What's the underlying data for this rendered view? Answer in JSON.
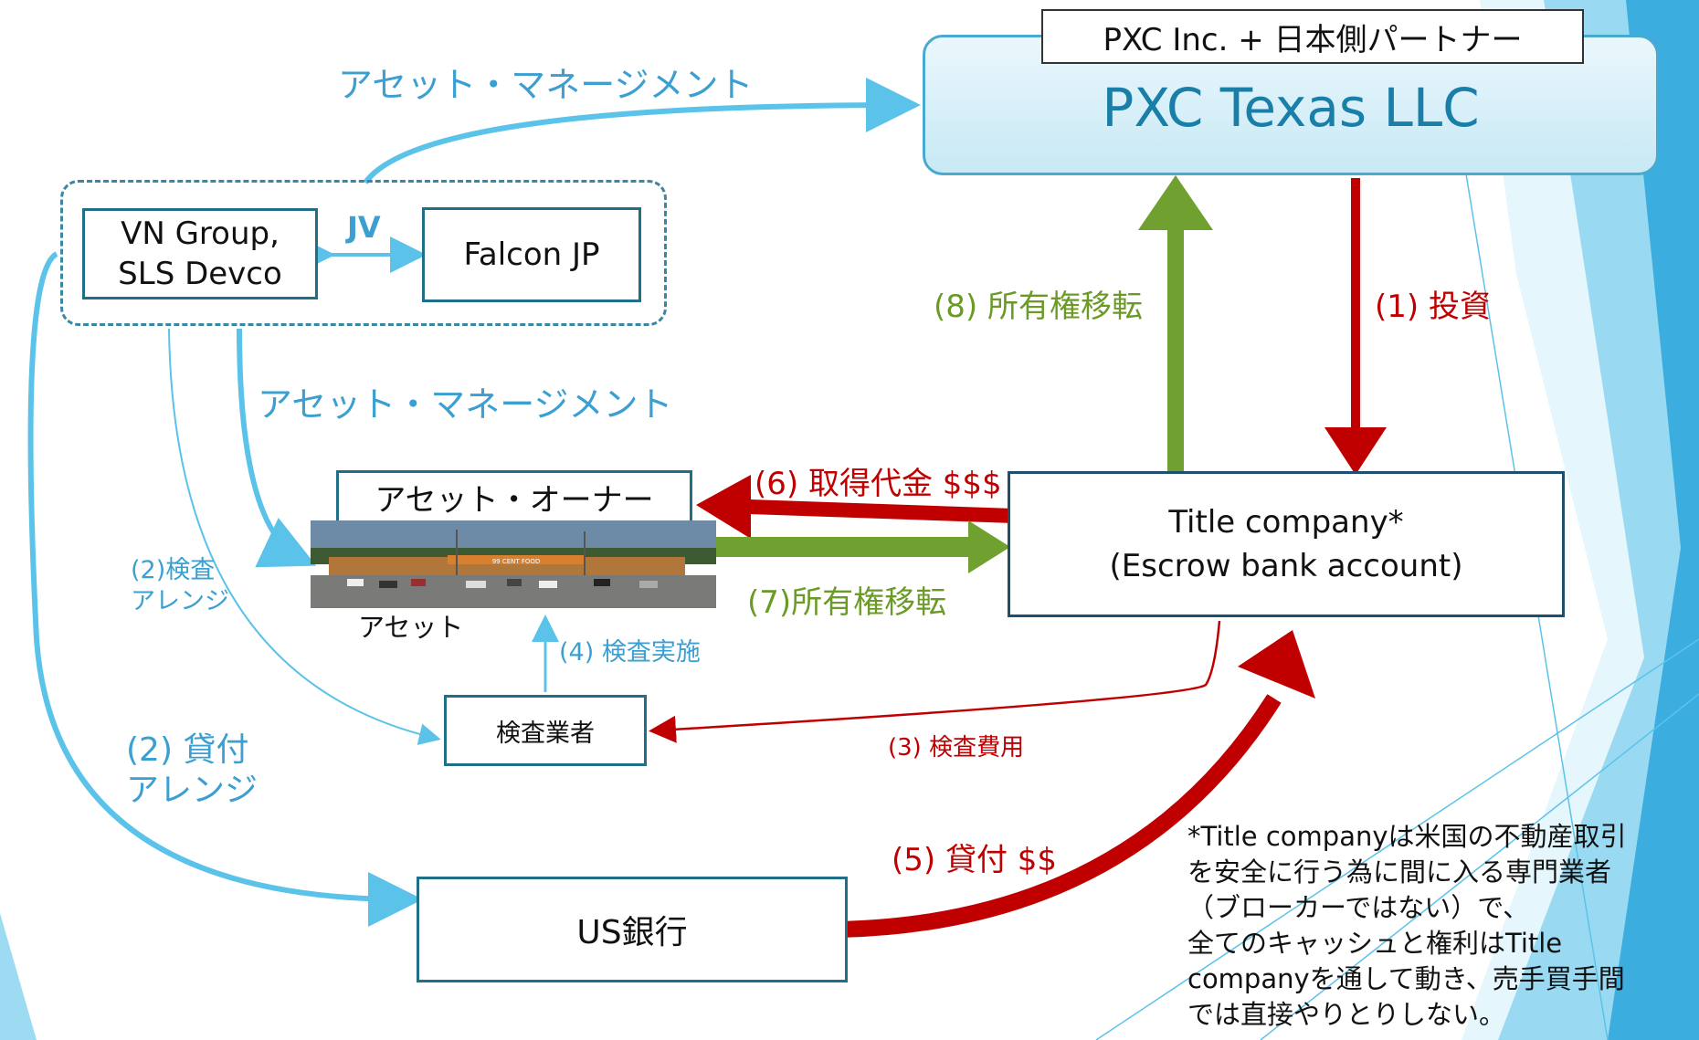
{
  "colors": {
    "light_blue": "#5bc3ea",
    "red": "#c00000",
    "green": "#70a030",
    "box_border": "#1f6f86",
    "header_fill": "#d8f0f8"
  },
  "top": {
    "partner_label": "PXC Inc. + 日本側パートナー",
    "llc_name": "PXC Texas LLC"
  },
  "jv_group": {
    "vn_group_line1": "VN Group,",
    "vn_group_line2": "SLS Devco",
    "jv_label": "JV",
    "falcon": "Falcon JP"
  },
  "asset": {
    "owner_label": "アセット・オーナー",
    "asset_caption": "アセット",
    "store_sign": "99 CENT FOOD"
  },
  "title_company": {
    "line1": "Title company*",
    "line2": "(Escrow bank account)"
  },
  "inspector": "検査業者",
  "us_bank": "US銀行",
  "flows": {
    "asset_mgmt_top": "アセット・マネージメント",
    "asset_mgmt_mid": "アセット・マネージメント",
    "inspection_arrange_line1": "(2)検査",
    "inspection_arrange_line2": "アレンジ",
    "loan_arrange_line1": "(2) 貸付",
    "loan_arrange_line2": "アレンジ",
    "investment": "(1) 投資",
    "inspection_fee": "(3) 検査費用",
    "inspection_done": "(4) 検査実施",
    "loan_amount": "(5) 貸付 $$",
    "purchase_price": "(6) 取得代金 $$$",
    "transfer_7": "(7)所有権移転",
    "transfer_8": "(8) 所有権移転"
  },
  "footnote": [
    "*Title companyは米国の不動産取引",
    "を安全に行う為に間に入る専門業者",
    "（ブローカーではない）で、",
    "全てのキャッシュと権利はTitle",
    "companyを通して動き、売手買手間",
    "では直接やりとりしない。"
  ]
}
